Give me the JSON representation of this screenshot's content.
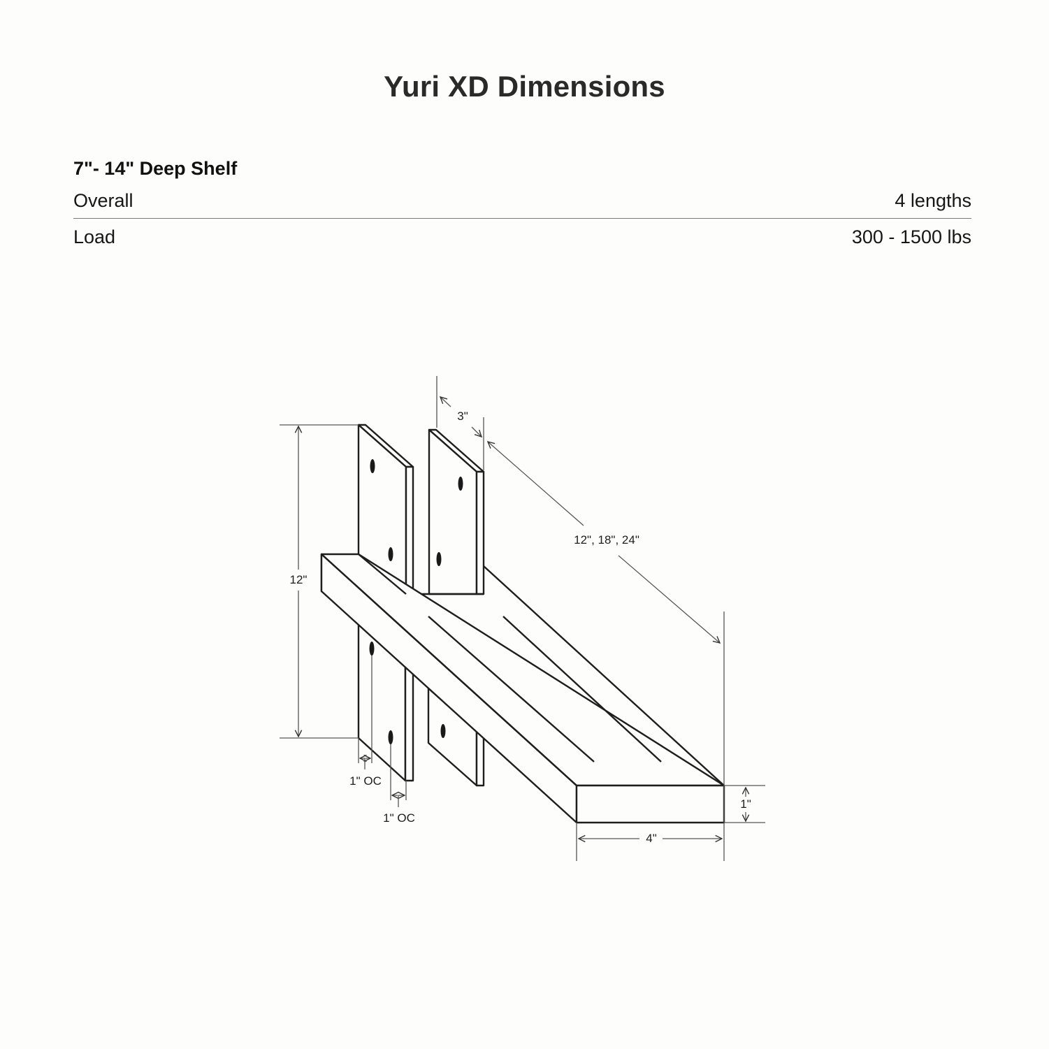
{
  "title": "Yuri XD Dimensions",
  "spec": {
    "heading": "7\"- 14\" Deep Shelf",
    "rows": [
      {
        "label": "Overall",
        "value": "4 lengths"
      },
      {
        "label": "Load",
        "value": "300 - 1500 lbs"
      }
    ]
  },
  "diagram": {
    "subject": "floating shelf with two wall brackets (isometric line drawing)",
    "stroke_color": "#1e1e1c",
    "dimension_color": "#555555",
    "labels": {
      "bracket_width": "3\"",
      "shelf_length": "12\", 18\", 24\"",
      "bracket_height": "12\"",
      "hole_offset_left": "1\" OC",
      "hole_offset_right": "1\" OC",
      "shelf_thickness": "1\"",
      "shelf_depth": "4\""
    }
  }
}
